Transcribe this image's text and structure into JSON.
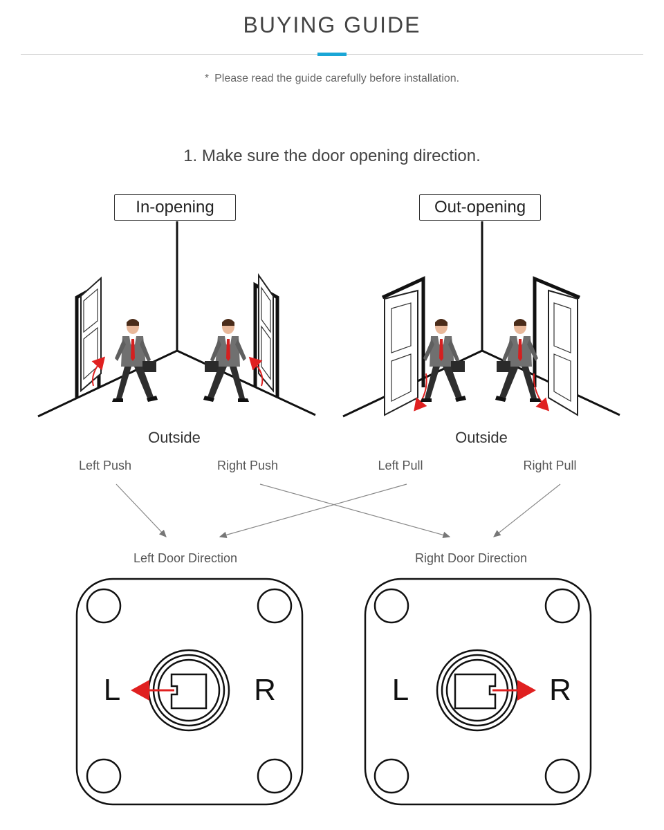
{
  "header": {
    "title": "BUYING GUIDE",
    "note_star": "*",
    "note": "Please read the guide carefully before installation."
  },
  "step": {
    "title": "1. Make sure the door opening direction."
  },
  "scenes": {
    "in_opening": {
      "label": "In-opening",
      "outside": "Outside"
    },
    "out_opening": {
      "label": "Out-opening",
      "outside": "Outside"
    }
  },
  "directions": {
    "left_push": "Left Push",
    "right_push": "Right Push",
    "left_pull": "Left Pull",
    "right_pull": "Right Pull"
  },
  "doors": {
    "left": {
      "label": "Left Door Direction",
      "letter_left": "L",
      "letter_right": "R",
      "arrow": "left"
    },
    "right": {
      "label": "Right Door Direction",
      "letter_left": "L",
      "letter_right": "R",
      "arrow": "right"
    }
  },
  "colors": {
    "accent": "#1aa6d6",
    "arrow_red": "#e02020",
    "tie_red": "#d42020"
  }
}
